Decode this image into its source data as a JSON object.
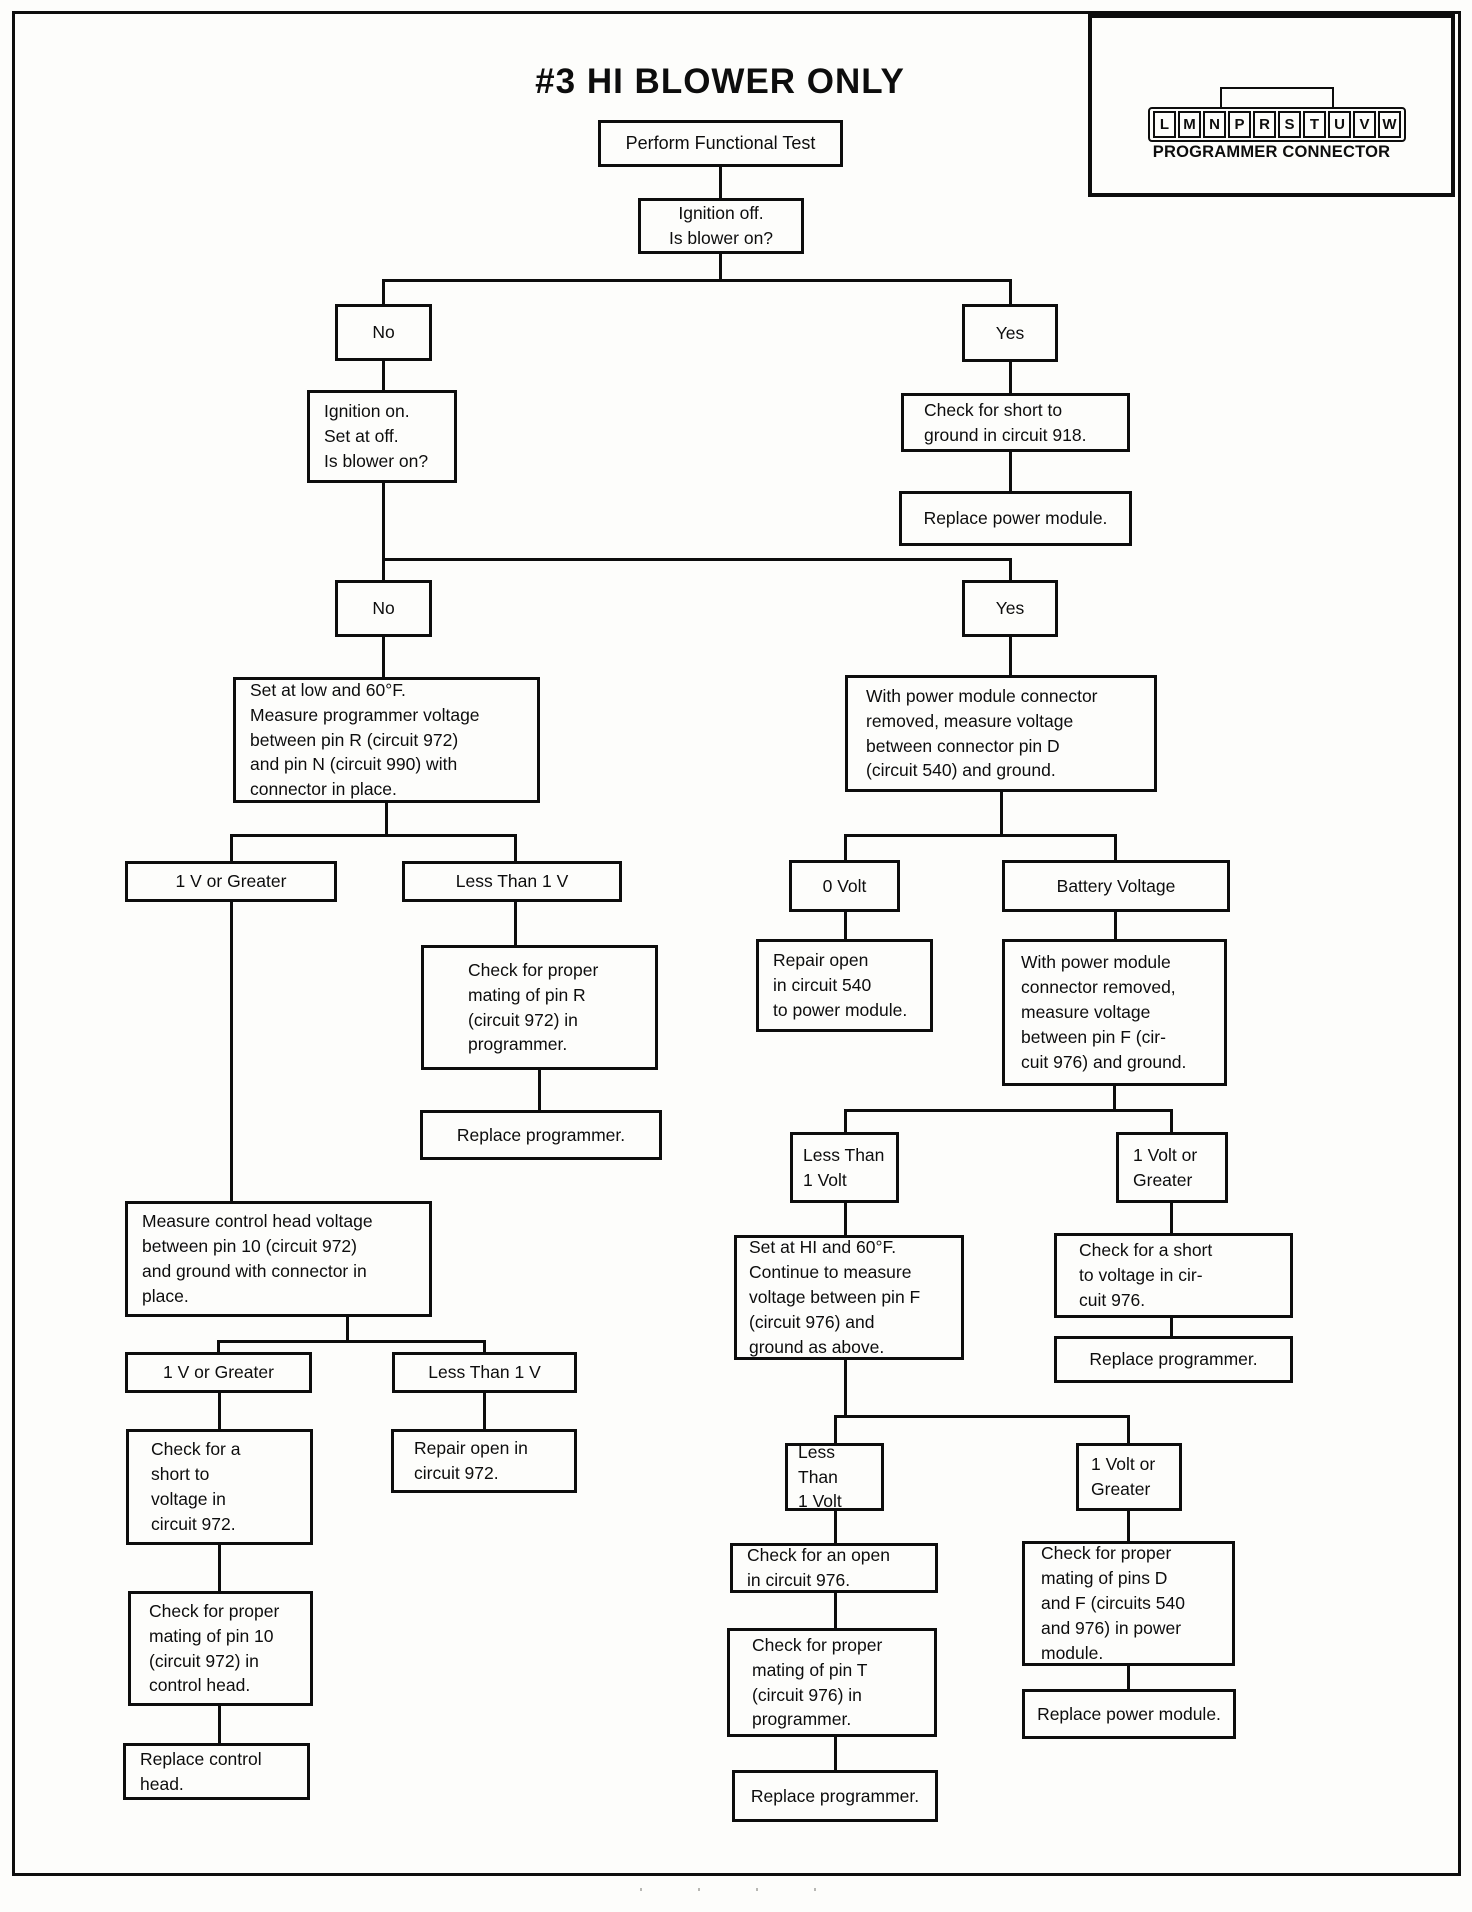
{
  "page": {
    "title": "#3 HI BLOWER ONLY"
  },
  "connector": {
    "pins": [
      "L",
      "M",
      "N",
      "P",
      "R",
      "S",
      "T",
      "U",
      "V",
      "W"
    ],
    "label": "PROGRAMMER CONNECTOR"
  },
  "nodes": {
    "perform": {
      "text": "Perform Functional Test"
    },
    "ignition_off": {
      "text": "Ignition off.\nIs blower on?"
    },
    "no1": {
      "text": "No"
    },
    "yes1": {
      "text": "Yes"
    },
    "ignition_on": {
      "text": "Ignition on.\nSet at off.\nIs blower on?"
    },
    "check_918": {
      "text": "Check for short to\nground in circuit 918."
    },
    "replace_pm1": {
      "text": "Replace power module."
    },
    "no2": {
      "text": "No"
    },
    "yes2": {
      "text": "Yes"
    },
    "set_low": {
      "text": "Set at low and 60°F.\nMeasure programmer voltage\nbetween pin R (circuit 972)\nand pin N (circuit 990) with\nconnector in place."
    },
    "wpm_d": {
      "text": "With power module connector\nremoved, measure voltage\nbetween connector pin D\n(circuit 540) and ground."
    },
    "onev_l1": {
      "text": "1 V or Greater"
    },
    "less1v_l1": {
      "text": "Less Than 1 V"
    },
    "check_pinR": {
      "text": "Check for proper\nmating of pin R\n(circuit 972) in\nprogrammer."
    },
    "replace_prog1": {
      "text": "Replace programmer."
    },
    "zerovolt": {
      "text": "0 Volt"
    },
    "battvolt": {
      "text": "Battery Voltage"
    },
    "repair_540": {
      "text": "Repair open\nin circuit 540\nto power module."
    },
    "wpm_f": {
      "text": "With power module\nconnector removed,\nmeasure voltage\nbetween pin F (cir-\ncuit 976) and ground."
    },
    "lt1v_1": {
      "text": "Less Than\n1 Volt"
    },
    "gr1v_1": {
      "text": "1 Volt or\nGreater"
    },
    "set_hi": {
      "text": "Set at HI and 60°F.\nContinue to measure\nvoltage between pin F\n(circuit 976) and\nground as above."
    },
    "short_976": {
      "text": "Check for a short\nto voltage in cir-\ncuit 976."
    },
    "replace_prog2": {
      "text": "Replace programmer."
    },
    "lt1v_2": {
      "text": "Less Than\n1 Volt"
    },
    "gr1v_2": {
      "text": "1 Volt or\nGreater"
    },
    "open_976": {
      "text": "Check for an open\nin circuit 976."
    },
    "pinT": {
      "text": "Check for proper\nmating of pin T\n(circuit 976) in\nprogrammer."
    },
    "replace_prog3": {
      "text": "Replace programmer."
    },
    "pinsDF": {
      "text": "Check for proper\nmating of pins D\nand F (circuits 540\nand 976) in power\nmodule."
    },
    "replace_pm2": {
      "text": "Replace power module."
    },
    "measure_ch": {
      "text": "Measure control head voltage\nbetween pin 10 (circuit 972)\nand ground with connector in\nplace."
    },
    "onev_l2": {
      "text": "1 V or Greater"
    },
    "less1v_l2": {
      "text": "Less Than 1 V"
    },
    "short_972": {
      "text": "Check for a\nshort to\nvoltage in\ncircuit 972."
    },
    "repair_972": {
      "text": "Repair open in\ncircuit 972."
    },
    "pin10": {
      "text": "Check for proper\nmating of pin 10\n(circuit 972) in\ncontrol head."
    },
    "replace_ch": {
      "text": "Replace control\nhead."
    }
  }
}
